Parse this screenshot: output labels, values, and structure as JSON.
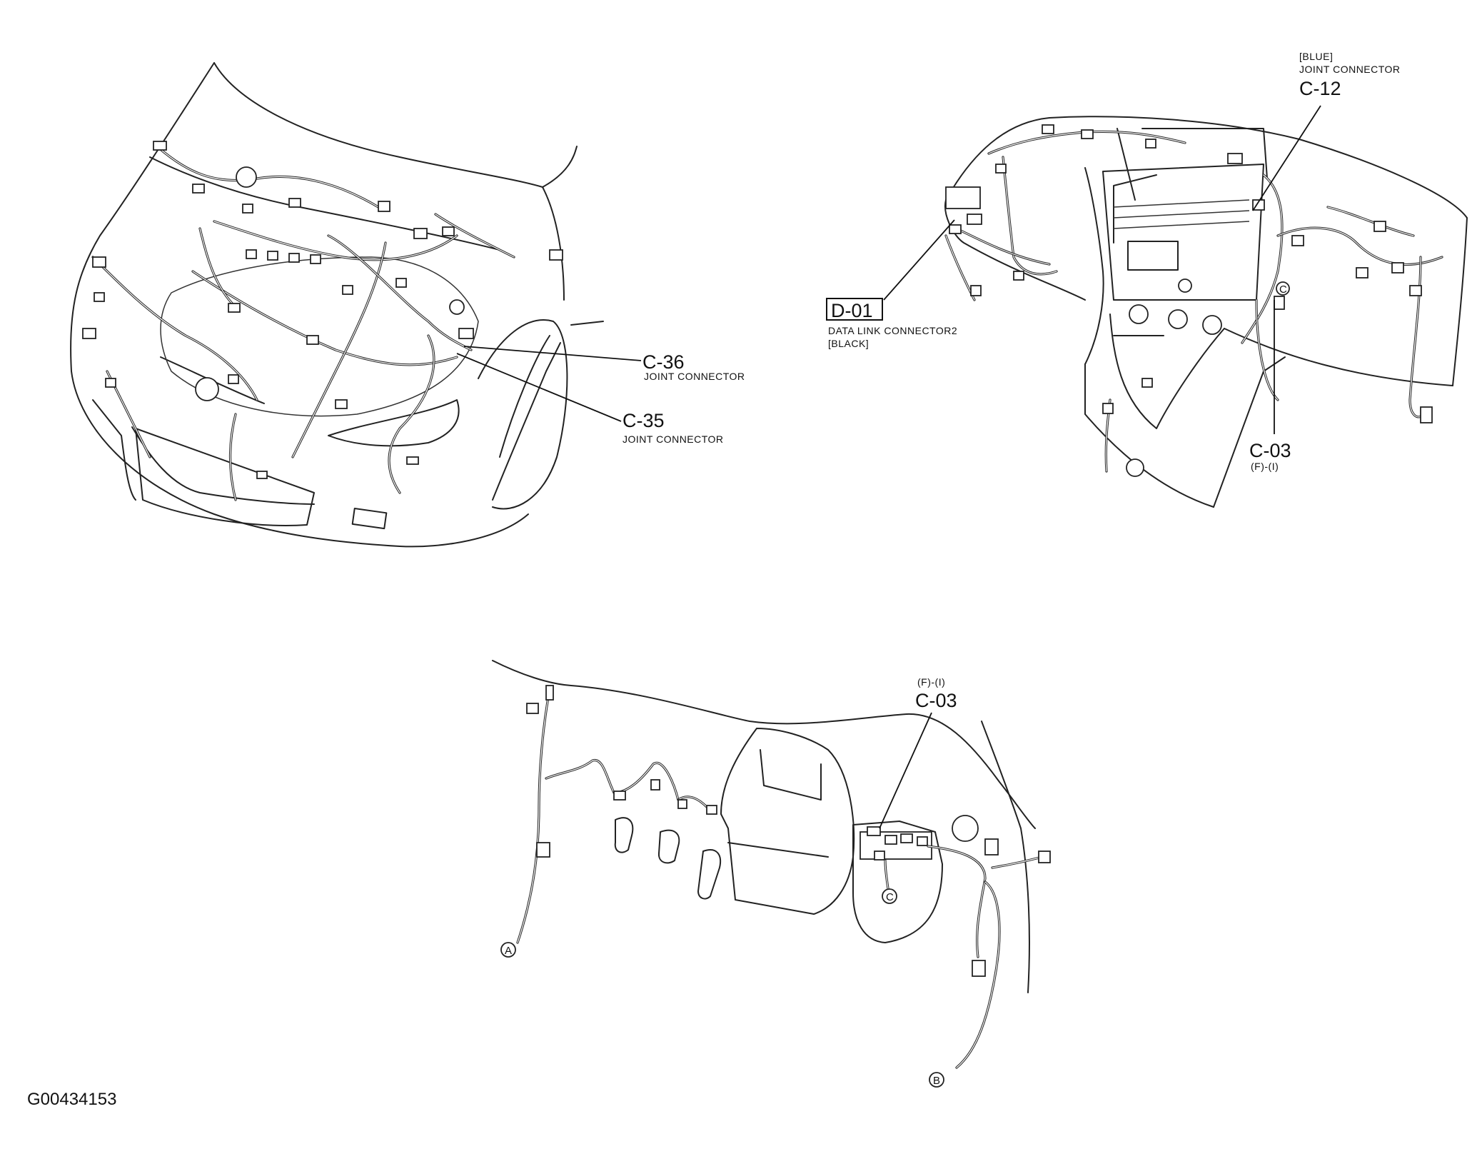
{
  "figure_id": "G00434153",
  "views": {
    "engine_bay": {
      "labels": [
        {
          "code": "C-36",
          "name": "JOINT CONNECTOR"
        },
        {
          "code": "C-35",
          "name": "JOINT CONNECTOR"
        }
      ]
    },
    "dashboard": {
      "c12": {
        "color": "[BLUE]",
        "name": "JOINT CONNECTOR",
        "code": "C-12"
      },
      "d01": {
        "code": "D-01",
        "name": "DATA LINK CONNECTOR2",
        "color": "[BLACK]"
      },
      "c03": {
        "code": "C-03",
        "location": "(F)-(I)"
      },
      "marker": "C"
    },
    "footwell": {
      "c03": {
        "location": "(F)-(I)",
        "code": "C-03"
      },
      "markers": [
        "A",
        "B",
        "C"
      ]
    }
  }
}
